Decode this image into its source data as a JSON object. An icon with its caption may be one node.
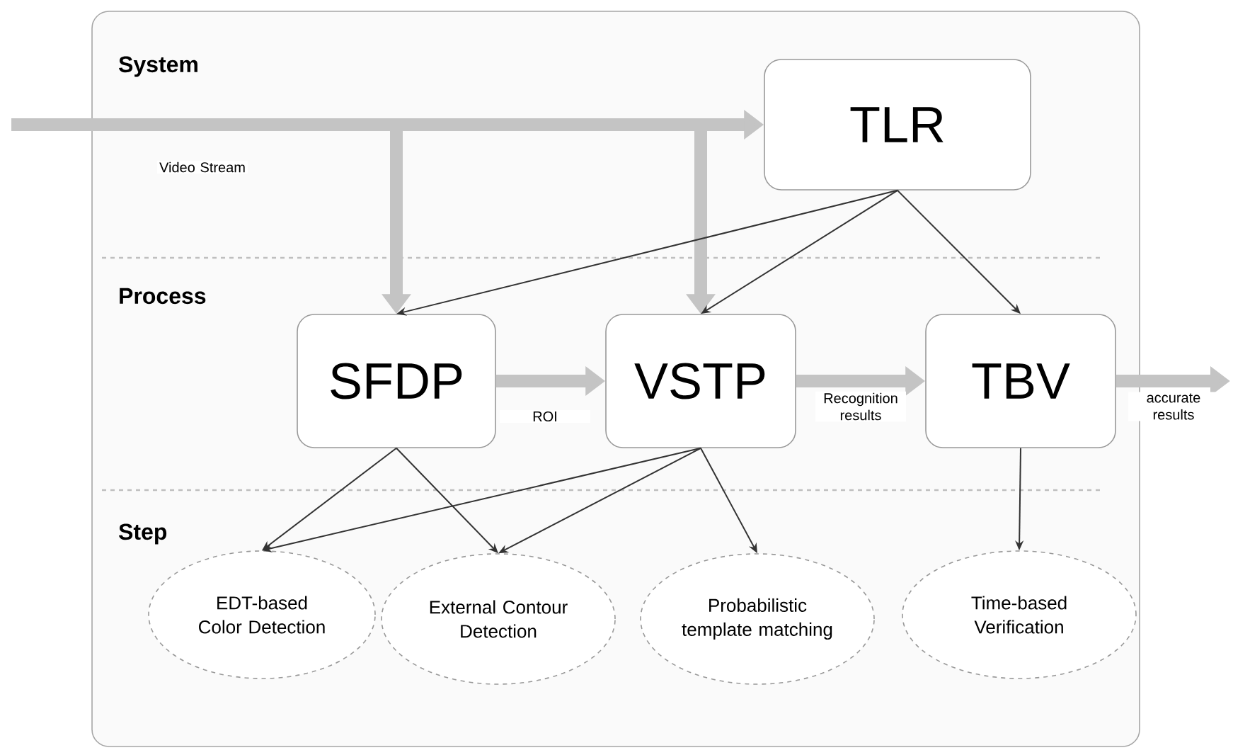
{
  "diagram": {
    "nodes": [
      {
        "text": [
          "TLR"
        ]
      },
      {
        "text": [
          "SFDP"
        ]
      },
      {
        "text": [
          "VSTP"
        ]
      },
      {
        "text": [
          "TBV"
        ]
      },
      {
        "text": [
          "EDT-based Color Detection"
        ]
      },
      {
        "text": [
          "External Contour Detection"
        ]
      },
      {
        "text": [
          "Probabilistic template matching"
        ]
      },
      {
        "text": [
          "Time-based Verification"
        ]
      }
    ],
    "edges": [
      {
        "from": null,
        "to": 0,
        "arrow": "to",
        "label": "Video Stream",
        "style": "thick",
        "color": "#c4c4c4"
      },
      {
        "from": null,
        "to": 1,
        "arrow": "to",
        "style": "thick",
        "color": "#c4c4c4"
      },
      {
        "from": null,
        "to": 2,
        "arrow": "to",
        "style": "thick",
        "color": "#c4c4c4"
      },
      {
        "from": 1,
        "to": 2,
        "arrow": "to",
        "label": "ROI",
        "style": "thick",
        "color": "#c4c4c4"
      },
      {
        "from": 2,
        "to": 3,
        "arrow": "to",
        "label": "Recognition results",
        "style": "thick",
        "color": "#c4c4c4"
      },
      {
        "from": 3,
        "to": null,
        "arrow": "to",
        "label": "accurate results",
        "style": "thick",
        "color": "#c4c4c4"
      },
      {
        "from": 0,
        "to": 1,
        "arrow": "to"
      },
      {
        "from": 0,
        "to": 2,
        "arrow": "to"
      },
      {
        "from": 0,
        "to": 3,
        "arrow": "to"
      },
      {
        "from": 1,
        "to": 4,
        "arrow": "to"
      },
      {
        "from": 1,
        "to": 5,
        "arrow": "to"
      },
      {
        "from": 2,
        "to": 4,
        "arrow": "to"
      },
      {
        "from": 2,
        "to": 5,
        "arrow": "to"
      },
      {
        "from": 2,
        "to": 6,
        "arrow": "to"
      },
      {
        "from": 3,
        "to": 7,
        "arrow": "to"
      }
    ],
    "labels": [
      "System",
      "Process",
      "Step"
    ]
  }
}
